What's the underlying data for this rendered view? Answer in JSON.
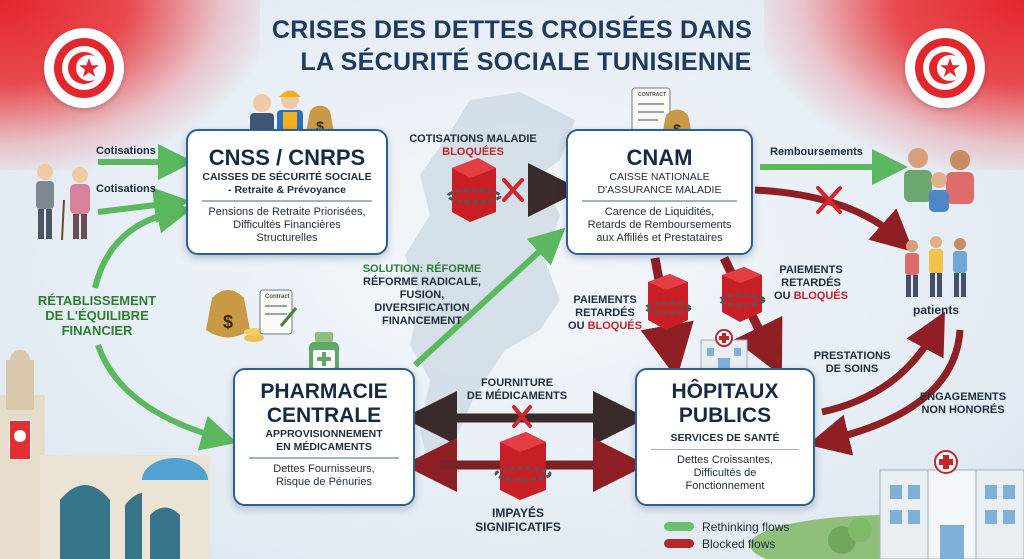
{
  "title": {
    "line1": "CRISES DES DETTES CROISÉES DANS",
    "line2": "LA SÉCURITÉ SOCIALE TUNISIENNE"
  },
  "nodes": {
    "cnss": {
      "title": "CNSS / CNRPS",
      "subtitle_l1": "CAISSES DE SÉCURITÉ SOCIALE",
      "subtitle_l2": "- Retraite & Prévoyance",
      "desc": [
        "Pensions de Retraite Priorisées,",
        "Difficultés Financières",
        "Structurelles"
      ]
    },
    "cnam": {
      "title": "CNAM",
      "subtitle_l1": "CAISSE NATIONALE",
      "subtitle_l2": "D'ASSURANCE MALADIE",
      "desc": [
        "Carence de Liquidités,",
        "Retards de Remboursements",
        "aux Affiliés et Prestataires"
      ]
    },
    "pharmacie": {
      "title_l1": "PHARMACIE",
      "title_l2": "CENTRALE",
      "subtitle_l1": "APPROVISIONNEMENT",
      "subtitle_l2": "EN MÉDICAMENTS",
      "desc": [
        "Dettes Fournisseurs,",
        "Risque de Pénuries"
      ]
    },
    "hopitaux": {
      "title_l1": "HÔPITAUX",
      "title_l2": "PUBLICS",
      "subtitle": "SERVICES DE SANTÉ",
      "desc": [
        "Dettes Croissantes,",
        "Difficultés de",
        "Fonctionnement"
      ]
    }
  },
  "labels": {
    "cotisations_1": "Cotisations",
    "cotisations_2": "Cotisations",
    "cotisations_maladie": "COTISATIONS MALADIE",
    "bloquees": "BLOQUÉES",
    "remboursements": "Remboursements",
    "retablissement": [
      "RÉTABLISSEMENT",
      "DE L'ÉQUILIBRE",
      "FINANCIER"
    ],
    "solution_title": "SOLUTION: RÉFORME",
    "solution_body": [
      "RÉFORME RADICALE,",
      "FUSION,",
      "DIVERSIFICATION",
      "FINANCEMENT"
    ],
    "paiements_left": [
      "PAIEMENTS",
      "RETARDÉS"
    ],
    "ou_left": "OU",
    "bloques_left": "BLOQUÉS",
    "paiements_right": [
      "PAIEMENTS",
      "RETARDÉS"
    ],
    "ou_right": "OU",
    "bloques_right": "BLOQUÉS",
    "patients": "patients",
    "prestations": [
      "PRESTATIONS",
      "DE SOINS"
    ],
    "engagements": [
      "ENGAGEMENTS",
      "NON HONORÉS"
    ],
    "fourniture": [
      "FOURNITURE",
      "DE MÉDICAMENTS"
    ],
    "impayes": [
      "IMPAYÉS",
      "SIGNIFICATIFS"
    ],
    "contract_small": "CONTRACT",
    "contract_small2": "Contract"
  },
  "legend": [
    {
      "label": "Rethinking flows",
      "color": "#6fbf73"
    },
    {
      "label": "Blocked flows",
      "color": "#b3262c"
    }
  ],
  "colors": {
    "green": "#5cb85f",
    "darkred": "#8e1f24",
    "navy": "#1f3a5f",
    "box_border": "#2d5f91"
  }
}
